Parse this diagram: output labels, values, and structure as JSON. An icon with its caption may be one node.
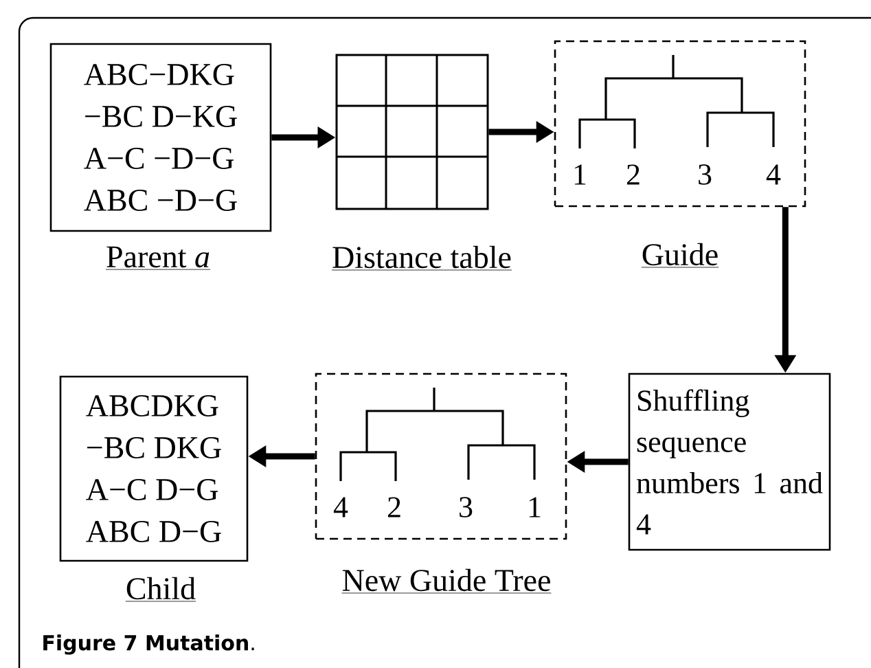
{
  "diagram": {
    "caption": "**Figure 7 Mutation**.",
    "nodes": [
      {
        "text": [
          "ABC−DKG",
          "−BC D−KG",
          "A−C −D−G",
          "ABC −D−G"
        ],
        "beside": [
          "Parent *a*"
        ]
      },
      {
        "text": [],
        "shape": "table",
        "beside": [
          "Distance table"
        ]
      },
      {
        "text": [
          "1",
          "2",
          "3",
          "4"
        ],
        "beside": [
          "Guide"
        ]
      },
      {
        "text": [
          "Shuffling sequence numbers 1 and 4"
        ]
      },
      {
        "text": [
          "4",
          "2",
          "3",
          "1"
        ],
        "beside": [
          "New Guide Tree"
        ]
      },
      {
        "text": [
          "ABCDKG",
          "−BC DKG",
          "A−C D−G",
          "ABC D−G"
        ],
        "beside": [
          "Child"
        ]
      }
    ],
    "edges": [
      {
        "from": 0,
        "to": 1,
        "arrow": "to"
      },
      {
        "from": 1,
        "to": 2,
        "arrow": "to"
      },
      {
        "from": 2,
        "to": 3,
        "arrow": "to"
      },
      {
        "from": 3,
        "to": 4,
        "arrow": "to"
      },
      {
        "from": 4,
        "to": 5,
        "arrow": "to"
      }
    ]
  }
}
